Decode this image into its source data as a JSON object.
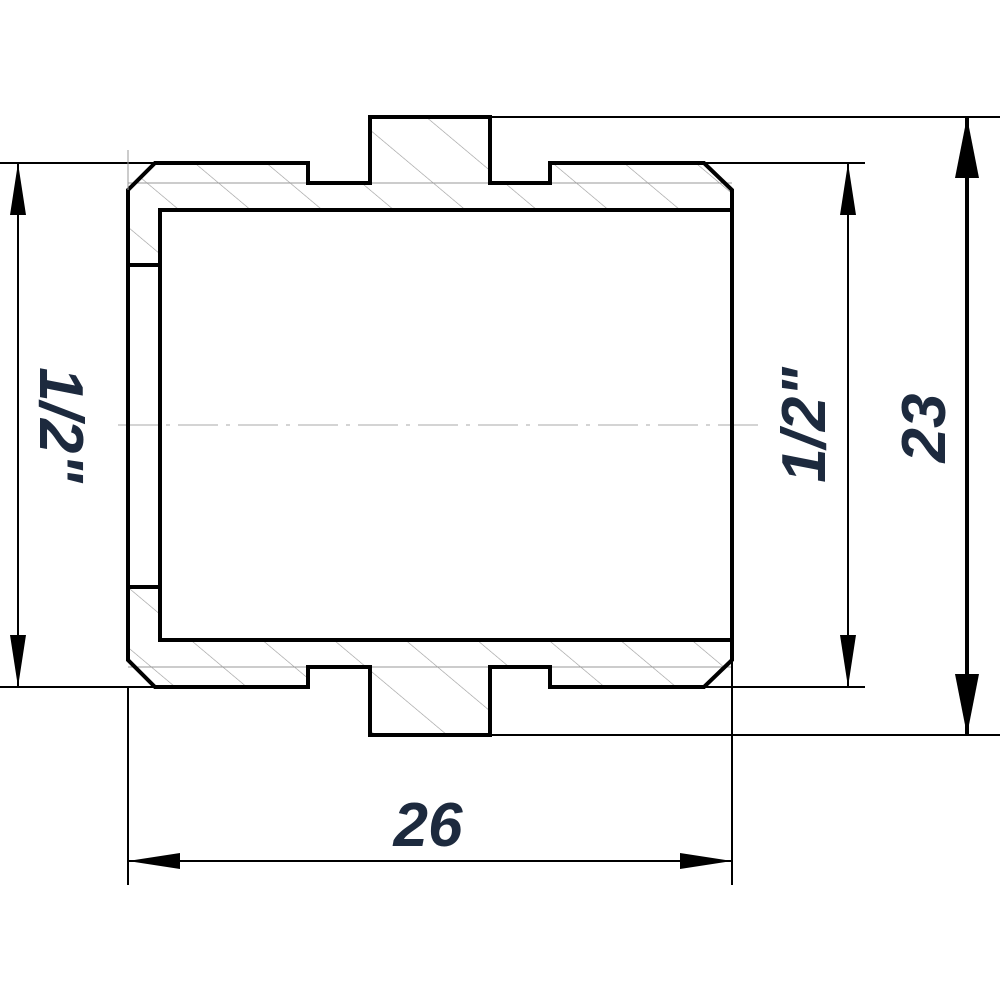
{
  "drawing": {
    "title": "Pipe nipple fitting section view",
    "ink_color": "#000000",
    "text_color": "#1d2a3e",
    "hatch_color": "#999999"
  },
  "dimensions": {
    "left_thread": "1/2\"",
    "right_thread": "1/2\"",
    "overall_height": "23",
    "overall_length": "26"
  }
}
